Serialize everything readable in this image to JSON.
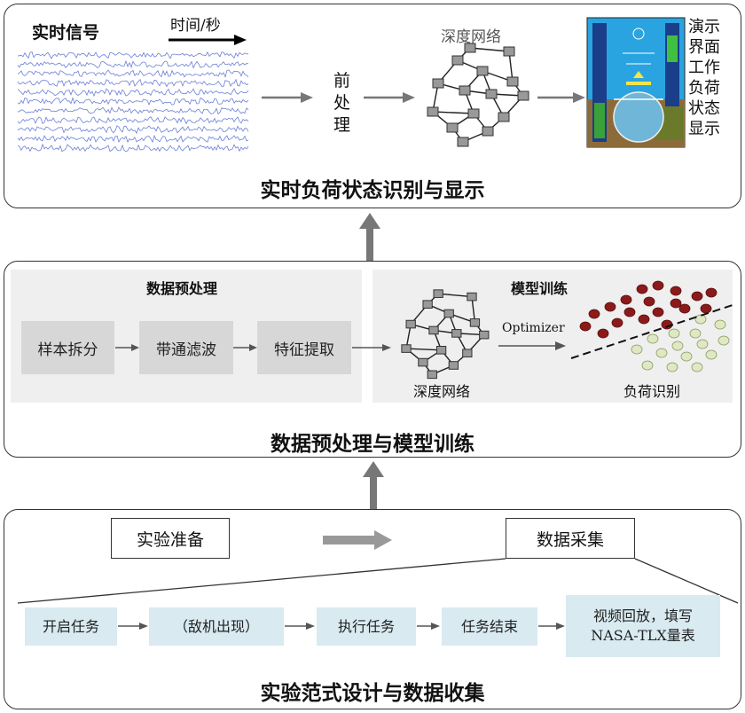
{
  "top_panel": {
    "signal_label": "实时信号",
    "time_axis_label": "时间/秒",
    "preprocess_label": [
      "前",
      "处",
      "理"
    ],
    "network_label": "深度网络",
    "display_label": [
      "演示",
      "界面",
      "工作",
      "负荷",
      "状态",
      "显示"
    ],
    "title": "实时负荷状态识别与显示"
  },
  "middle_panel": {
    "preprocess_section_title": "数据预处理",
    "steps": [
      "样本拆分",
      "带通滤波",
      "特征提取"
    ],
    "training_section_title": "模型训练",
    "optimizer_label": "Optimizer",
    "network_label": "深度网络",
    "recognition_label": "负荷识别",
    "title": "数据预处理与模型训练"
  },
  "bottom_panel": {
    "prep_box": "实验准备",
    "collect_box": "数据采集",
    "flow": [
      "开启任务",
      "（敌机出现）",
      "执行任务",
      "任务结束"
    ],
    "last_step_line1": "视频回放，填写",
    "last_step_line2": "NASA-TLX量表",
    "title": "实验范式设计与数据收集"
  },
  "colors": {
    "signal_blue": "#6b7fd6",
    "gray_box": "#d7d7d7",
    "blue_box": "#d9eaf1",
    "dark_red_dot": "#8b1a1a",
    "light_green_dot": "#dfe8c4",
    "arrow_gray": "#777777"
  }
}
